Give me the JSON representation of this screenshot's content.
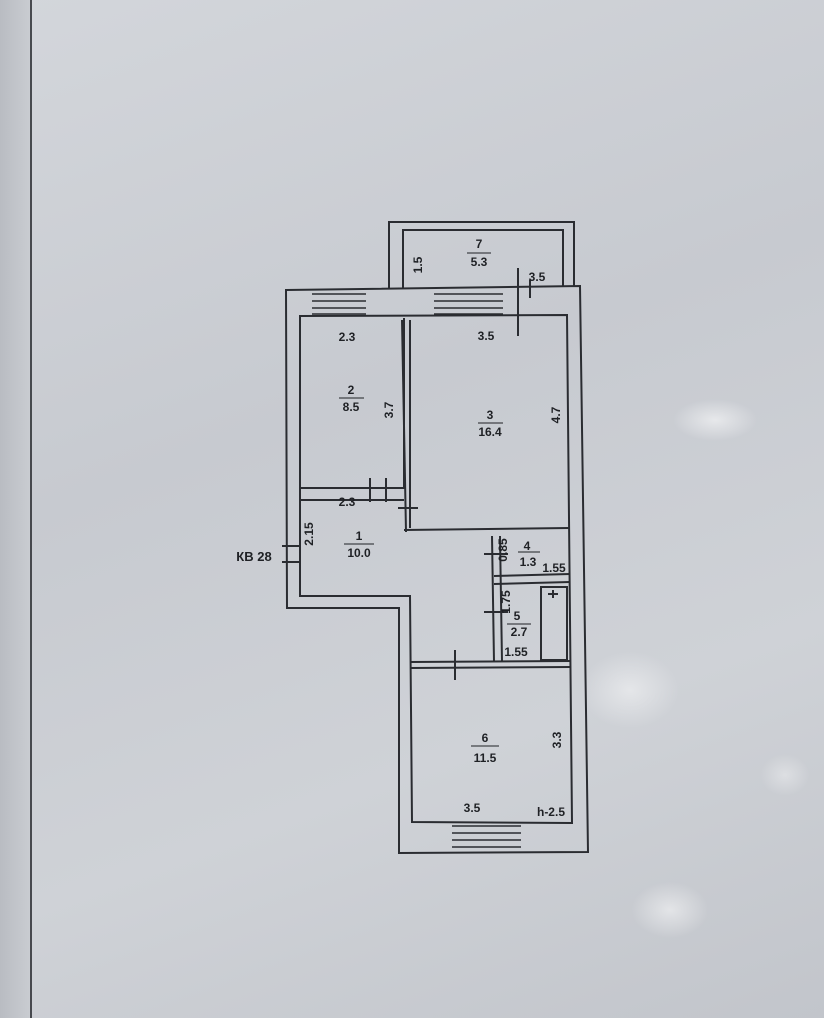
{
  "apartment_label": "КВ 28",
  "height_note": "h-2.5",
  "rooms": {
    "r1": {
      "number": "1",
      "area": "10.0"
    },
    "r2": {
      "number": "2",
      "area": "8.5"
    },
    "r3": {
      "number": "3",
      "area": "16.4"
    },
    "r4": {
      "number": "4",
      "area": "1.3"
    },
    "r5": {
      "number": "5",
      "area": "2.7"
    },
    "r6": {
      "number": "6",
      "area": "11.5"
    },
    "r7": {
      "number": "7",
      "area": "5.3"
    }
  },
  "dimensions": {
    "balcony_depth": "1.5",
    "balcony_width": "3.5",
    "room2_width": "2.3",
    "room2_length": "3.7",
    "room3_width": "3.5",
    "room3_length": "4.7",
    "hall_width": "2.3",
    "hall_length": "2.15",
    "room4_length": "0.85",
    "room4_width": "1.55",
    "room5_length": "1.75",
    "room5_width": "1.55",
    "room6_length": "3.3",
    "room6_width": "3.5"
  }
}
